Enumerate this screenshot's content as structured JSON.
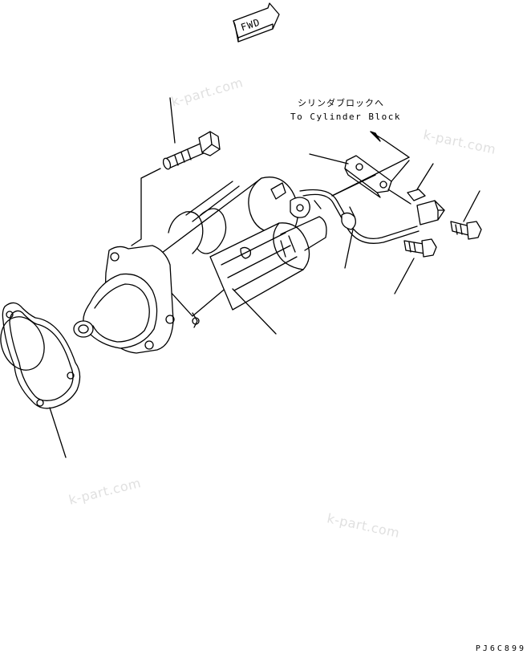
{
  "fwd_arrow": {
    "label": "FWD"
  },
  "direction_note": {
    "japanese": "シリンダブロックへ",
    "english": "To Cylinder Block"
  },
  "figure_code": "PJ6C899",
  "watermarks": [
    "k-part.com",
    "k-part.com",
    "k-part.com",
    "k-part.com"
  ]
}
